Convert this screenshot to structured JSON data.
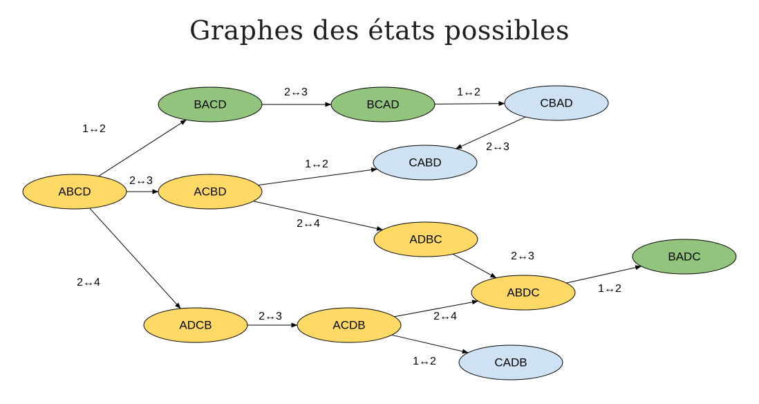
{
  "title": "Graphes des états possibles",
  "colors": {
    "yellow": "#ffd966",
    "green": "#93c47d",
    "blue": "#cfe2f3",
    "stroke": "#000000"
  },
  "nodes": [
    {
      "id": "ABCD",
      "label": "ABCD",
      "color": "yellow"
    },
    {
      "id": "BACD",
      "label": "BACD",
      "color": "green"
    },
    {
      "id": "BCAD",
      "label": "BCAD",
      "color": "green"
    },
    {
      "id": "CBAD",
      "label": "CBAD",
      "color": "blue"
    },
    {
      "id": "CABD",
      "label": "CABD",
      "color": "blue"
    },
    {
      "id": "ACBD",
      "label": "ACBD",
      "color": "yellow"
    },
    {
      "id": "ADBC",
      "label": "ADBC",
      "color": "yellow"
    },
    {
      "id": "BADC",
      "label": "BADC",
      "color": "green"
    },
    {
      "id": "ABDC",
      "label": "ABDC",
      "color": "yellow"
    },
    {
      "id": "ADCB",
      "label": "ADCB",
      "color": "yellow"
    },
    {
      "id": "ACDB",
      "label": "ACDB",
      "color": "yellow"
    },
    {
      "id": "CADB",
      "label": "CADB",
      "color": "blue"
    }
  ],
  "edges": [
    {
      "from": "ABCD",
      "to": "BACD",
      "label": "1↔2"
    },
    {
      "from": "BACD",
      "to": "BCAD",
      "label": "2↔3"
    },
    {
      "from": "BCAD",
      "to": "CBAD",
      "label": "1↔2"
    },
    {
      "from": "CBAD",
      "to": "CABD",
      "label": "2↔3"
    },
    {
      "from": "ABCD",
      "to": "ACBD",
      "label": "2↔3"
    },
    {
      "from": "ACBD",
      "to": "CABD",
      "label": "1↔2"
    },
    {
      "from": "ACBD",
      "to": "ADBC",
      "label": "2↔4"
    },
    {
      "from": "ADBC",
      "to": "ABDC",
      "label": "2↔3"
    },
    {
      "from": "ABDC",
      "to": "BADC",
      "label": "1↔2"
    },
    {
      "from": "ABCD",
      "to": "ADCB",
      "label": "2↔4"
    },
    {
      "from": "ADCB",
      "to": "ACDB",
      "label": "2↔3"
    },
    {
      "from": "ACDB",
      "to": "ABDC",
      "label": "2↔4"
    },
    {
      "from": "ACDB",
      "to": "CADB",
      "label": "1↔2"
    }
  ]
}
